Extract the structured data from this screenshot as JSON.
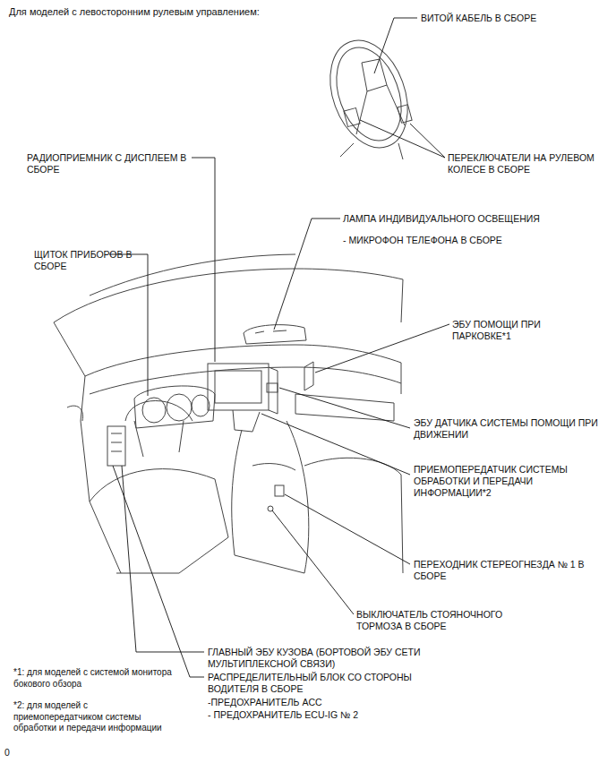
{
  "diagram": {
    "title": "Для моделей с левосторонним рулевым управлением:",
    "labels": [
      "ВИТОЙ КАБЕЛЬ В СБОРЕ",
      "ПЕРЕКЛЮЧАТЕЛИ НА РУЛЕВОМ КОЛЕСЕ В СБОРЕ",
      "РАДИОПРИЕМНИК С ДИСПЛЕЕМ В СБОРЕ",
      "ЛАМПА ИНДИВИДУАЛЬНОГО ОСВЕЩЕНИЯ",
      "- МИКРОФОН ТЕЛЕФОНА В СБОРЕ",
      "ЩИТОК ПРИБОРОВ В СБОРЕ",
      "ЭБУ ПОМОЩИ ПРИ ПАРКОВКЕ*1",
      "ЭБУ ДАТЧИКА СИСТЕМЫ ПОМОЩИ ПРИ ДВИЖЕНИИ",
      "ПРИЕМОПЕРЕДАТЧИК СИСТЕМЫ ОБРАБОТКИ И ПЕРЕДАЧИ ИНФОРМАЦИИ*2",
      "ПЕРЕХОДНИК СТЕРЕОГНЕЗДА № 1 В СБОРЕ",
      "ВЫКЛЮЧАТЕЛЬ СТОЯНОЧНОГО ТОРМОЗА В СБОРЕ",
      "ГЛАВНЫЙ ЭБУ КУЗОВА (БОРТОВОЙ ЭБУ СЕТИ МУЛЬТИПЛЕКСНОЙ СВЯЗИ)",
      "РАСПРЕДЕЛИТЕЛЬНЫЙ БЛОК СО СТОРОНЫ ВОДИТЕЛЯ В СБОРЕ",
      "-ПРЕДОХРАНИТЕЛЬ ACC",
      "- ПРЕДОХРАНИТЕЛЬ ECU-IG № 2",
      "*1: для моделей с системой монитора бокового обзора",
      "*2: для моделей с приемопередатчиком системы обработки и передачи информации",
      "0"
    ]
  }
}
